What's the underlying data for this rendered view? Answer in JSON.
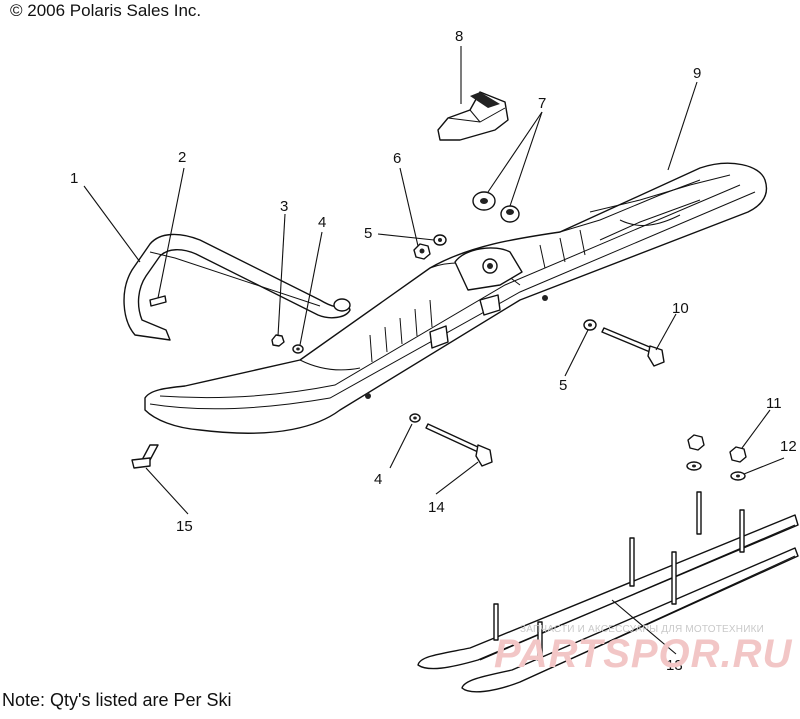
{
  "copyright": "© 2006 Polaris Sales Inc.",
  "note": "Note: Qty's listed are Per Ski",
  "watermark": {
    "text": "ЗАПЧАСТИ И АКСЕССУАРЫ ДЛЯ МОТОТЕХНИКИ",
    "logo": "PARTSPOR.RU"
  },
  "callouts": {
    "c1": "1",
    "c2": "2",
    "c3": "3",
    "c4a": "4",
    "c4b": "4",
    "c5a": "5",
    "c5b": "5",
    "c6": "6",
    "c7": "7",
    "c8": "8",
    "c9": "9",
    "c10": "10",
    "c11": "11",
    "c12": "12",
    "c13": "13",
    "c14": "14",
    "c15": "15"
  }
}
